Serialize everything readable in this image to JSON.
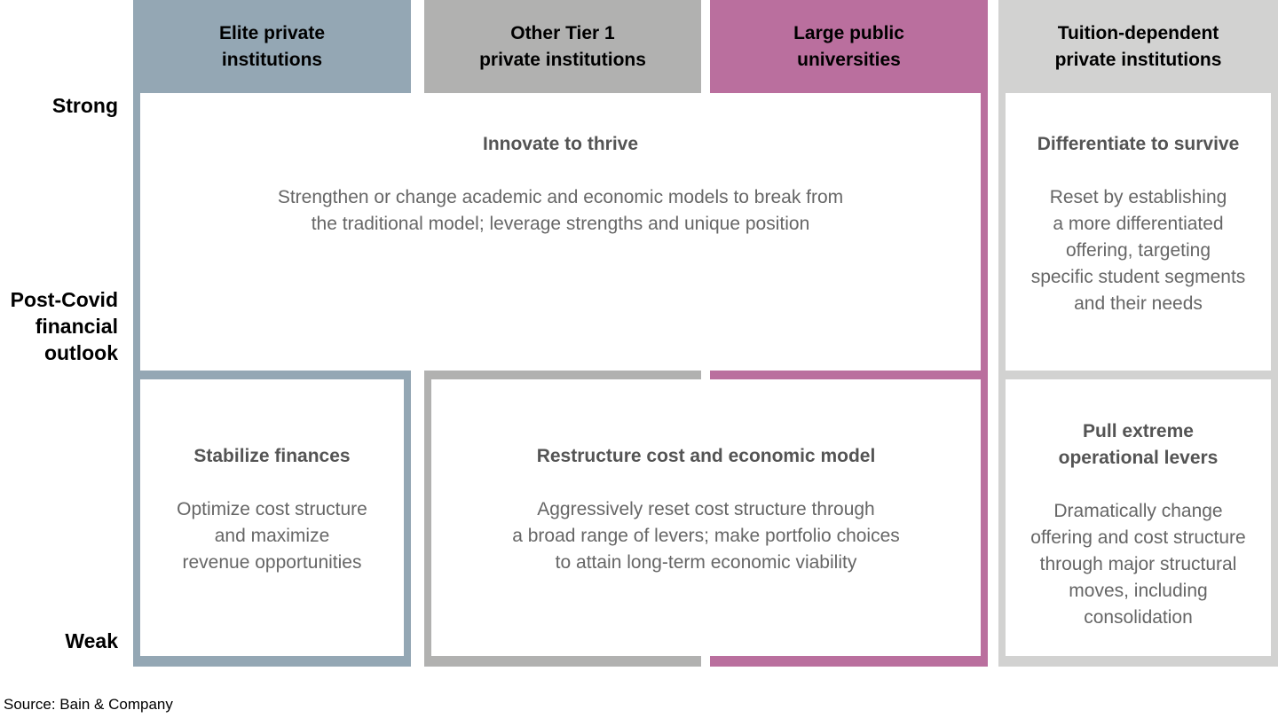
{
  "page": {
    "background": "#ffffff",
    "source_note": "Source: Bain & Company"
  },
  "axis": {
    "top_label": "Strong",
    "bottom_label": "Weak",
    "title": "Post-Covid\nfinancial\noutlook"
  },
  "columns": [
    {
      "id": "elite-private",
      "header": "Elite private\ninstitutions",
      "color": "#94a7b4"
    },
    {
      "id": "other-tier1",
      "header": "Other Tier 1\nprivate institutions",
      "color": "#b1b1b0"
    },
    {
      "id": "large-public",
      "header": "Large public\nuniversities",
      "color": "#ba6f9e"
    },
    {
      "id": "tuition-dependent",
      "header": "Tuition-dependent\nprivate institutions",
      "color": "#d2d2d1"
    }
  ],
  "cells": {
    "innovate": {
      "title": "Innovate to thrive",
      "body": "Strengthen or change academic and economic models to break from\nthe traditional model; leverage strengths and unique position"
    },
    "differentiate": {
      "title": "Differentiate to survive",
      "body": "Reset by establishing\na more differentiated\noffering, targeting\nspecific student segments\nand their needs"
    },
    "stabilize": {
      "title": "Stabilize finances",
      "body": "Optimize cost structure\nand maximize\nrevenue opportunities"
    },
    "restructure": {
      "title": "Restructure cost and economic model",
      "body": "Aggressively reset cost structure through\na broad range of levers; make portfolio choices\nto attain long-term economic viability"
    },
    "pull_levers": {
      "title": "Pull extreme\noperational levers",
      "body": "Dramatically change\noffering and cost structure\nthrough major structural\nmoves, including\nconsolidation"
    }
  }
}
